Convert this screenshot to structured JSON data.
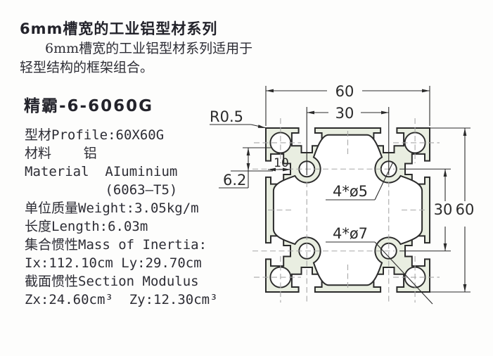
{
  "page": {
    "background": "#fdfdfc"
  },
  "header": {
    "title": "6mm槽宽的工业铝型材系列",
    "intro_line1": "6mm槽宽的工业铝型材系列适用于",
    "intro_line2": "轻型结构的框架组合。"
  },
  "product": {
    "model": "精霸-6-6060G"
  },
  "specs": {
    "lines": [
      "型材Profile:60X60G",
      "材料    铝",
      "Material  AIuminium",
      "          (6063—T5)",
      "单位质量Weight:3.05kg/m",
      "长度Length:6.03m",
      "集合惯性Mass of Inertia:",
      "Ix:112.10cm Ly:29.70cm",
      "截面惯性Section Modulus",
      "Zx:24.60cm³  Zy:12.30cm³"
    ]
  },
  "drawing": {
    "labels": {
      "overall_width": "60",
      "slot_spacing": "30",
      "corner_radius": "R0.5",
      "slot_depth": "10",
      "slot_opening": "6.2",
      "small_holes": "4*ø5",
      "large_holes": "4*ø7",
      "hole_spacing_vertical": "30",
      "overall_height": "60"
    },
    "colors": {
      "material": "#e9eee1",
      "line": "#2b2b2b",
      "centerline": "#a8a8a8"
    }
  }
}
